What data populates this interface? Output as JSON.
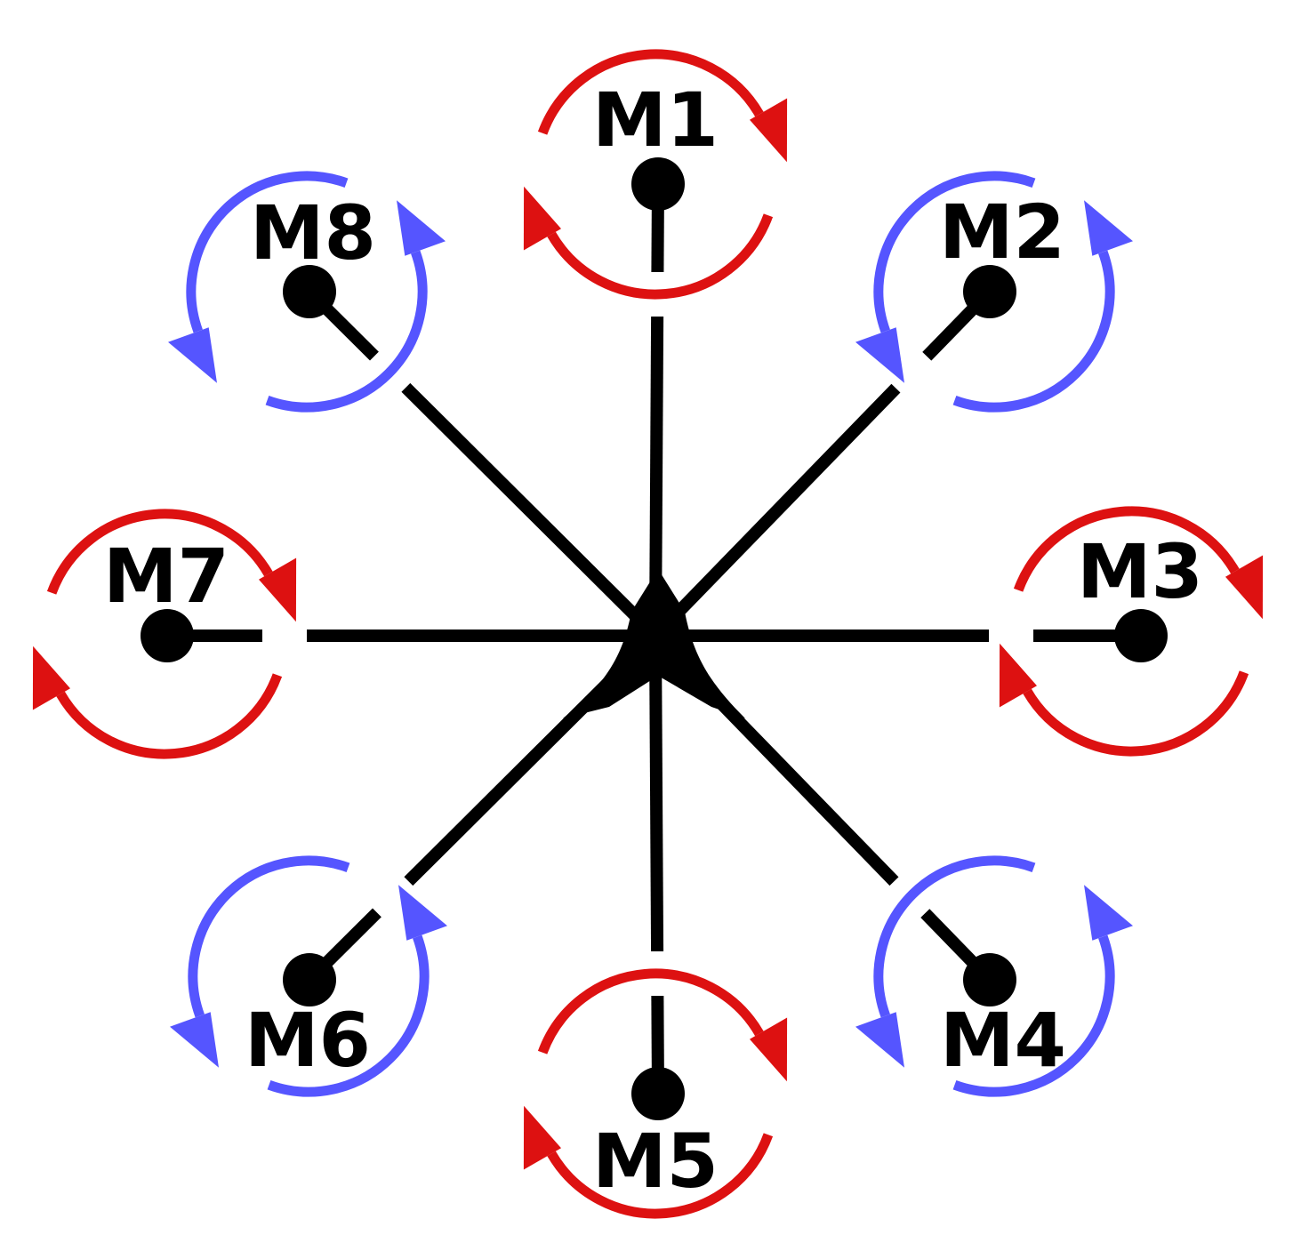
{
  "colors": {
    "cw": "#dd1111",
    "ccw": "#5555ff",
    "frame": "#000000"
  },
  "motors": [
    {
      "id": "m1",
      "label": "M1",
      "direction": "cw"
    },
    {
      "id": "m2",
      "label": "M2",
      "direction": "ccw"
    },
    {
      "id": "m3",
      "label": "M3",
      "direction": "cw"
    },
    {
      "id": "m4",
      "label": "M4",
      "direction": "ccw"
    },
    {
      "id": "m5",
      "label": "M5",
      "direction": "cw"
    },
    {
      "id": "m6",
      "label": "M6",
      "direction": "ccw"
    },
    {
      "id": "m7",
      "label": "M7",
      "direction": "cw"
    },
    {
      "id": "m8",
      "label": "M8",
      "direction": "ccw"
    }
  ]
}
